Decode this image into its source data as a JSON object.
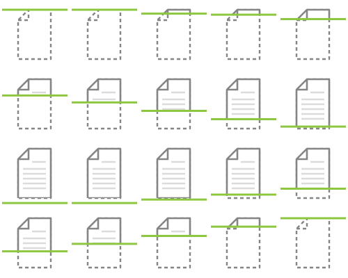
{
  "sprite_sheet": {
    "description_free": true,
    "rows": 4,
    "columns": 5,
    "colors": {
      "background": "#ffffff",
      "outline": "#858585",
      "text_lines": "#dbdbdb",
      "scan_line": "#8dc63f"
    },
    "icon": "document-icon",
    "frames": [
      {
        "scan_fraction": 0.0,
        "revealed_fraction": 0.0
      },
      {
        "scan_fraction": 0.0,
        "revealed_fraction": 0.0
      },
      {
        "scan_fraction": 0.08,
        "revealed_fraction": 0.08
      },
      {
        "scan_fraction": 0.1,
        "revealed_fraction": 0.1
      },
      {
        "scan_fraction": 0.19,
        "revealed_fraction": 0.19
      },
      {
        "scan_fraction": 0.33,
        "revealed_fraction": 0.33
      },
      {
        "scan_fraction": 0.47,
        "revealed_fraction": 0.47
      },
      {
        "scan_fraction": 0.64,
        "revealed_fraction": 0.64
      },
      {
        "scan_fraction": 0.81,
        "revealed_fraction": 0.81
      },
      {
        "scan_fraction": 0.96,
        "revealed_fraction": 0.96
      },
      {
        "scan_fraction": 1.1,
        "revealed_fraction": 1.0
      },
      {
        "scan_fraction": 1.1,
        "revealed_fraction": 1.0
      },
      {
        "scan_fraction": 1.03,
        "revealed_fraction": 1.0
      },
      {
        "scan_fraction": 0.93,
        "revealed_fraction": 0.93
      },
      {
        "scan_fraction": 0.81,
        "revealed_fraction": 0.81
      },
      {
        "scan_fraction": 0.67,
        "revealed_fraction": 0.67
      },
      {
        "scan_fraction": 0.52,
        "revealed_fraction": 0.52
      },
      {
        "scan_fraction": 0.36,
        "revealed_fraction": 0.36
      },
      {
        "scan_fraction": 0.17,
        "revealed_fraction": 0.17
      },
      {
        "scan_fraction": 0.0,
        "revealed_fraction": 0.0
      }
    ]
  }
}
